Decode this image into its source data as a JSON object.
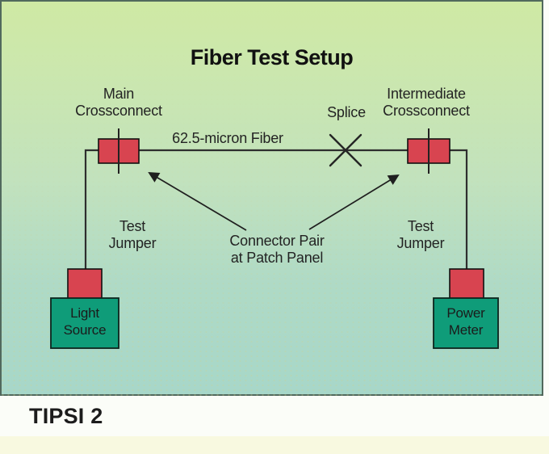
{
  "panel": {
    "title": "Fiber Test Setup",
    "labels": {
      "main_crossconnect": "Main\nCrossconnect",
      "intermediate_crossconnect": "Intermediate\nCrossconnect",
      "splice": "Splice",
      "fiber": "62.5-micron Fiber",
      "test_jumper_left": "Test\nJumper",
      "test_jumper_right": "Test\nJumper",
      "connector_pair": "Connector Pair\nat Patch Panel"
    },
    "devices": {
      "light_source": "Light\nSource",
      "power_meter": "Power\nMeter"
    },
    "colors": {
      "connector_red": "#d84450",
      "device_green": "#0f9c79",
      "line_dark": "#2e2e2e",
      "panel_border": "#51695d",
      "bg_top_green": "#cfe9a4",
      "bg_bottom_teal": "#a7d7c9",
      "footer_yellow": "#f8f9e0"
    }
  },
  "caption": "TIPSI 2"
}
